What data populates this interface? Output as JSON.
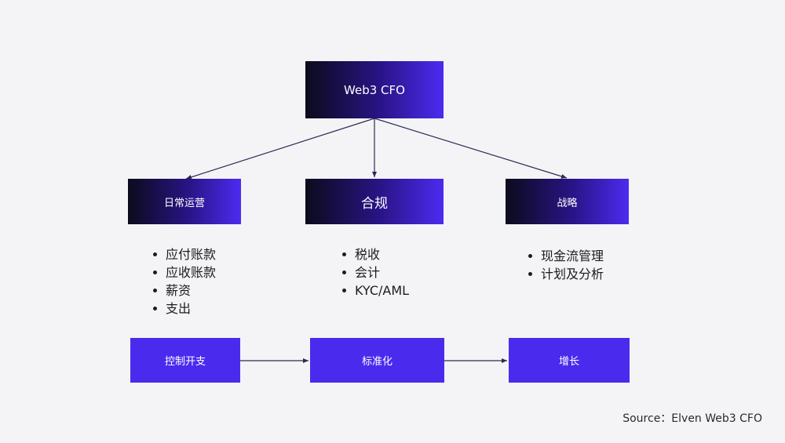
{
  "root": {
    "label": "Web3 CFO"
  },
  "pillars": [
    {
      "label": "日常运营",
      "items": [
        "应付账款",
        "应收账款",
        "薪资",
        "支出"
      ]
    },
    {
      "label": "合规",
      "items": [
        "税收",
        "会计",
        "KYC/AML"
      ]
    },
    {
      "label": "战略",
      "items": [
        "现金流管理",
        "计划及分析"
      ]
    }
  ],
  "outcomes": [
    {
      "label": "控制开支"
    },
    {
      "label": "标准化"
    },
    {
      "label": "增长"
    }
  ],
  "source": "Source：Elven Web3 CFO",
  "colors": {
    "background": "#f4f4f6",
    "box_dark": "#0b0b1c",
    "box_accent": "#4a2bee",
    "connector": "#2a2a55"
  }
}
